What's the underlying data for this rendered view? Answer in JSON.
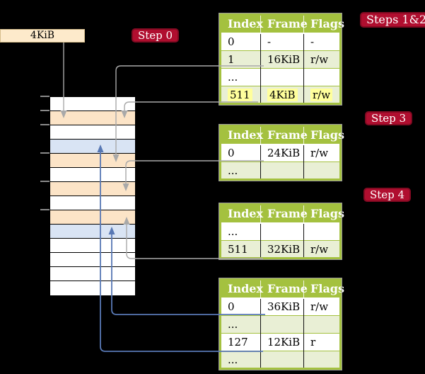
{
  "colors": {
    "background": "#000000",
    "table_header_bg": "#a4c13f",
    "table_border": "#a4c13f",
    "table_outline": "#9b9b9b",
    "table_row_green": "#e9efd5",
    "table_row_white": "#ffffff",
    "highlight_yellow": "#ffff9c",
    "mem_white": "#ffffff",
    "mem_wheat": "#fce4c7",
    "mem_blue": "#d9e4f4",
    "mem_border": "#000000",
    "label_bg": "#b00e2f",
    "label_border": "#820a22",
    "label_text": "#ffffff",
    "cr3_bg": "#fdeacb",
    "cr3_border": "#d6bd8c",
    "arrow_gray": "#a9a9a9",
    "arrow_blue": "#5878b4",
    "tick_color": "#8a8a8a",
    "header_text": "#ffffff",
    "body_text": "#000000"
  },
  "cr3_box": {
    "label": "4KiB"
  },
  "step_labels": {
    "step0": "Step 0",
    "steps12": "Steps 1&2",
    "step3": "Step 3",
    "step4": "Step 4"
  },
  "memory": {
    "rows": [
      "white",
      "wheat",
      "white",
      "blue",
      "wheat",
      "white",
      "wheat",
      "white",
      "wheat",
      "blue",
      "white",
      "white",
      "white",
      "white"
    ],
    "tick_boundaries": [
      0,
      1,
      2,
      4,
      6,
      8
    ]
  },
  "tables": [
    {
      "name": "page-table-steps-1-2",
      "headers": [
        "Index",
        "Frame",
        "Flags"
      ],
      "rows": [
        {
          "index": "0",
          "frame": "-",
          "flags": "-",
          "shaded": false,
          "highlighted": false
        },
        {
          "index": "1",
          "frame": "16KiB",
          "flags": "r/w",
          "shaded": true,
          "highlighted": false
        },
        {
          "index": "...",
          "frame": "",
          "flags": "",
          "shaded": false,
          "highlighted": false
        },
        {
          "index": "511",
          "frame": "4KiB",
          "flags": "r/w",
          "shaded": true,
          "highlighted": true
        }
      ]
    },
    {
      "name": "page-table-step-3",
      "headers": [
        "Index",
        "Frame",
        "Flags"
      ],
      "rows": [
        {
          "index": "0",
          "frame": "24KiB",
          "flags": "r/w",
          "shaded": false,
          "highlighted": false
        },
        {
          "index": "...",
          "frame": "",
          "flags": "",
          "shaded": true,
          "highlighted": false
        }
      ]
    },
    {
      "name": "page-table-step-4",
      "headers": [
        "Index",
        "Frame",
        "Flags"
      ],
      "rows": [
        {
          "index": "...",
          "frame": "",
          "flags": "",
          "shaded": false,
          "highlighted": false
        },
        {
          "index": "511",
          "frame": "32KiB",
          "flags": "r/w",
          "shaded": true,
          "highlighted": false
        }
      ]
    },
    {
      "name": "page-table-final",
      "headers": [
        "Index",
        "Frame",
        "Flags"
      ],
      "rows": [
        {
          "index": "0",
          "frame": "36KiB",
          "flags": "r/w",
          "shaded": false,
          "highlighted": false
        },
        {
          "index": "...",
          "frame": "",
          "flags": "",
          "shaded": true,
          "highlighted": false
        },
        {
          "index": "127",
          "frame": "12KiB",
          "flags": "r",
          "shaded": false,
          "highlighted": false
        },
        {
          "index": "...",
          "frame": "",
          "flags": "",
          "shaded": true,
          "highlighted": false
        }
      ]
    }
  ]
}
